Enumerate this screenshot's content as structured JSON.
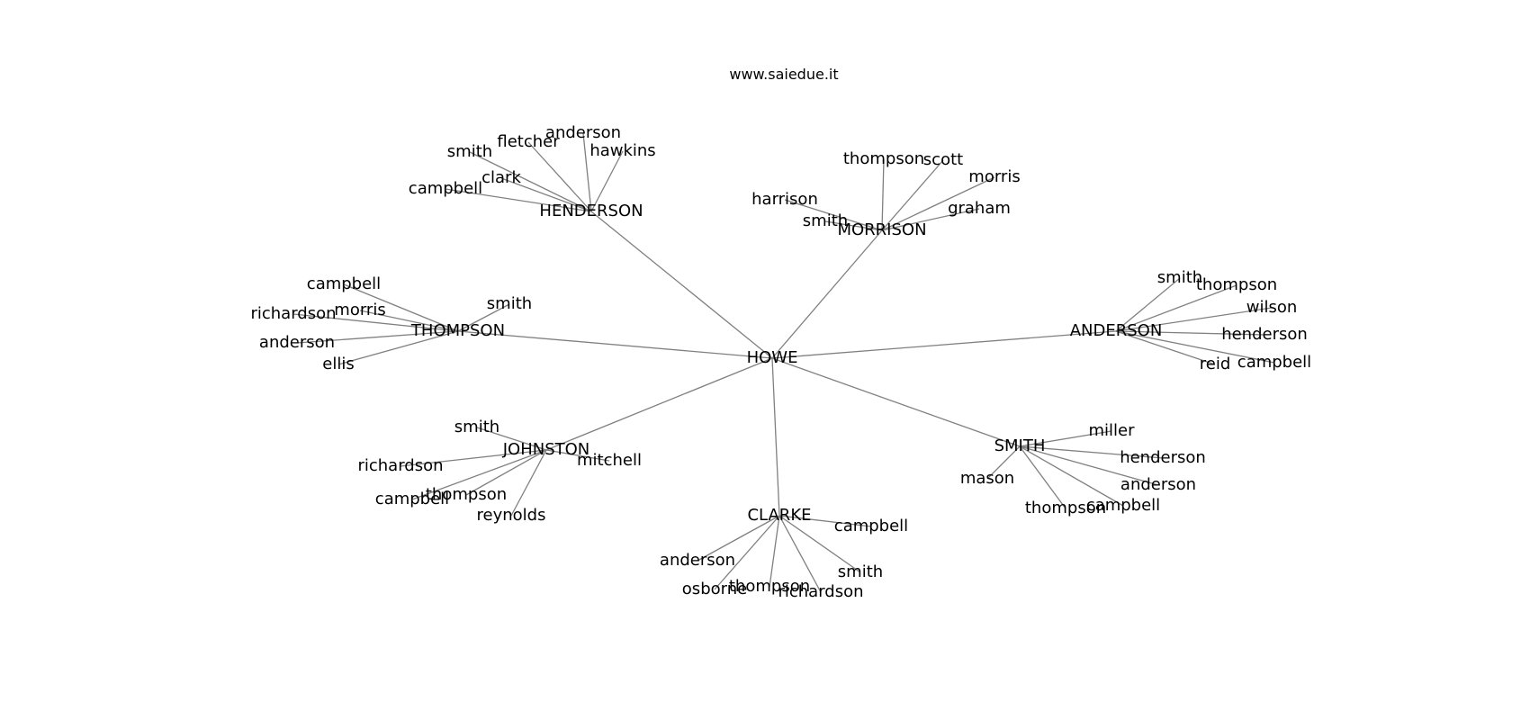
{
  "title": "www.saiedue.it",
  "colors": {
    "edge": "#808080",
    "text": "#000000",
    "background": "#ffffff"
  },
  "root": "HOWE",
  "groups": [
    {
      "hub": "HENDERSON",
      "leaves": [
        "fletcher",
        "anderson",
        "hawkins",
        "smith",
        "clark",
        "campbell"
      ]
    },
    {
      "hub": "MORRISON",
      "leaves": [
        "thompson",
        "scott",
        "morris",
        "harrison",
        "graham",
        "smith"
      ]
    },
    {
      "hub": "THOMPSON",
      "leaves": [
        "campbell",
        "smith",
        "richardson",
        "morris",
        "anderson",
        "ellis"
      ]
    },
    {
      "hub": "ANDERSON",
      "leaves": [
        "smith",
        "thompson",
        "wilson",
        "henderson",
        "reid",
        "campbell"
      ]
    },
    {
      "hub": "JOHNSTON",
      "leaves": [
        "smith",
        "richardson",
        "mitchell",
        "thompson",
        "campbell",
        "reynolds"
      ]
    },
    {
      "hub": "SMITH",
      "leaves": [
        "miller",
        "henderson",
        "mason",
        "anderson",
        "campbell",
        "thompson"
      ]
    },
    {
      "hub": "CLARKE",
      "leaves": [
        "campbell",
        "anderson",
        "smith",
        "osborne",
        "thompson",
        "richardson"
      ]
    }
  ]
}
